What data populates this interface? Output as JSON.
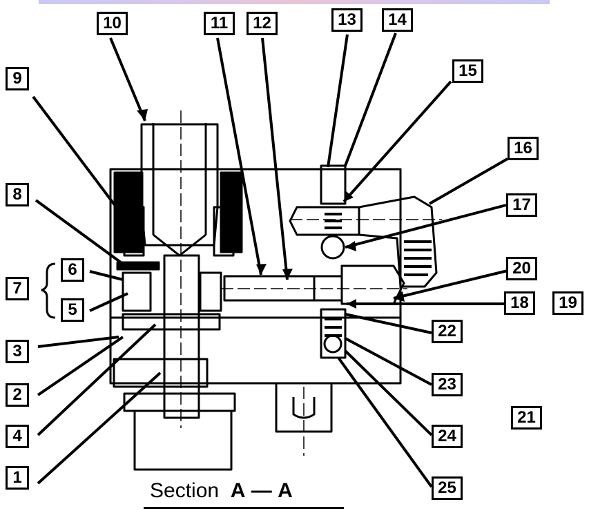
{
  "caption": {
    "text": "Section",
    "section_from": "A",
    "dash": "—",
    "section_to": "A"
  },
  "callouts": {
    "c1": "1",
    "c2": "2",
    "c3": "3",
    "c4": "4",
    "c5": "5",
    "c6": "6",
    "c7": "7",
    "c8": "8",
    "c9": "9",
    "c10": "10",
    "c11": "11",
    "c12": "12",
    "c13": "13",
    "c14": "14",
    "c15": "15",
    "c16": "16",
    "c17": "17",
    "c18": "18",
    "c19": "19",
    "c20": "20",
    "c21": "21",
    "c22": "22",
    "c23": "23",
    "c24": "24",
    "c25": "25"
  },
  "colors": {
    "ink": "#000000",
    "paper": "#ffffff",
    "top_band": "#d6c7ee"
  }
}
